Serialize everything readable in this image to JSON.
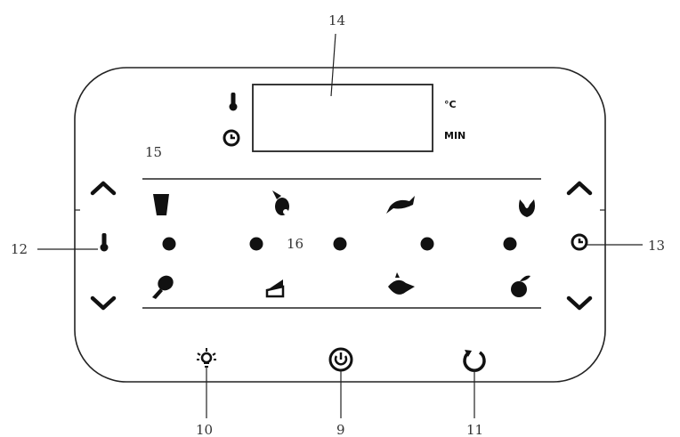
{
  "callouts": {
    "display": "14",
    "program_bar": "15",
    "program_indicators": "16",
    "temperature_control": "12",
    "time_control": "13",
    "light_button": "10",
    "power_button": "9",
    "rotate_button": "11"
  },
  "display": {
    "unit_celsius": "°C",
    "unit_minutes": "MIN"
  },
  "program_icons_top": [
    "cup-icon",
    "chicken-leg-icon",
    "fish-icon",
    "croissant-icon"
  ],
  "program_icons_bottom": [
    "drumstick-icon",
    "cake-slice-icon",
    "bell-pepper-icon",
    "apple-icon"
  ],
  "indicator_count": 5,
  "icons": {
    "temp_display": "thermometer-icon",
    "time_display": "clock-icon",
    "temp_side": "thermometer-icon",
    "time_side": "clock-icon",
    "up": "chevron-up-icon",
    "down": "chevron-down-icon",
    "light": "light-bulb-icon",
    "power": "power-icon",
    "rotate": "rotate-icon"
  },
  "colors": {
    "line": "#222222",
    "ink": "#111111"
  }
}
